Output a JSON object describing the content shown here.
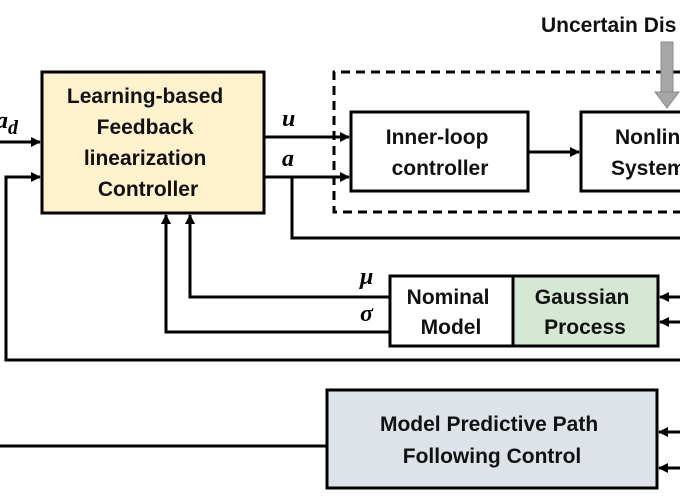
{
  "blocks": {
    "fl_controller": {
      "lines": [
        "Learning-based",
        "Feedback",
        "linearization",
        "Controller"
      ],
      "fill": "#fff2cc"
    },
    "inner_loop": {
      "lines": [
        "Inner-loop",
        "controller"
      ],
      "fill": "#ffffff"
    },
    "nonlinear_system": {
      "lines": [
        "Nonlin",
        "System"
      ],
      "fill": "#ffffff"
    },
    "nominal_model": {
      "lines": [
        "Nominal",
        "Model"
      ],
      "fill": "#ffffff"
    },
    "gaussian_process": {
      "lines": [
        "Gaussian",
        "Process"
      ],
      "fill": "#d5e8d4"
    },
    "mpc": {
      "lines": [
        "Model Predictive Path",
        "Following Control"
      ],
      "fill": "#dee3ea"
    }
  },
  "labels": {
    "uncertain": "Uncertain Dis",
    "a_d": "a",
    "a_d_sub": "d",
    "u": "u",
    "a": "a",
    "mu": "μ",
    "sigma": "σ"
  },
  "colors": {
    "disturbance_arrow": "#a6a6a6"
  }
}
